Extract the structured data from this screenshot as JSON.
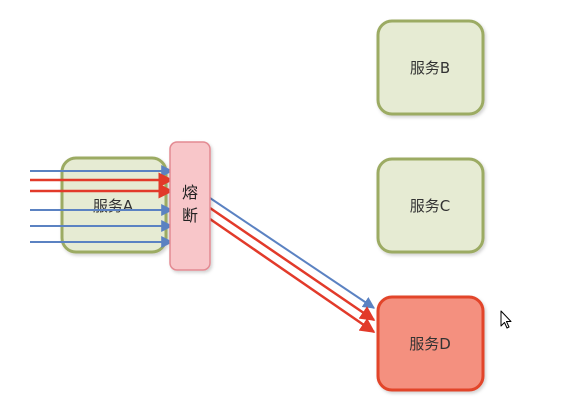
{
  "nodes": {
    "service_a": {
      "label": "服务A"
    },
    "service_b": {
      "label": "服务B"
    },
    "service_c": {
      "label": "服务C"
    },
    "service_d": {
      "label": "服务D"
    },
    "breaker": {
      "line1": "熔",
      "line2": "断"
    }
  },
  "colors": {
    "node_fill": "#e6ebd3",
    "node_stroke": "#9cab63",
    "failed_fill": "#f4907f",
    "failed_stroke": "#e2452a",
    "breaker_fill": "#f8c6c9",
    "breaker_stroke": "#e38a92",
    "blue_arrow": "#5b82c2",
    "red_arrow": "#e23a2a"
  },
  "incoming_arrows": [
    "blue",
    "red",
    "red",
    "blue",
    "blue",
    "blue"
  ],
  "outgoing_arrows": [
    "blue",
    "red",
    "red"
  ]
}
